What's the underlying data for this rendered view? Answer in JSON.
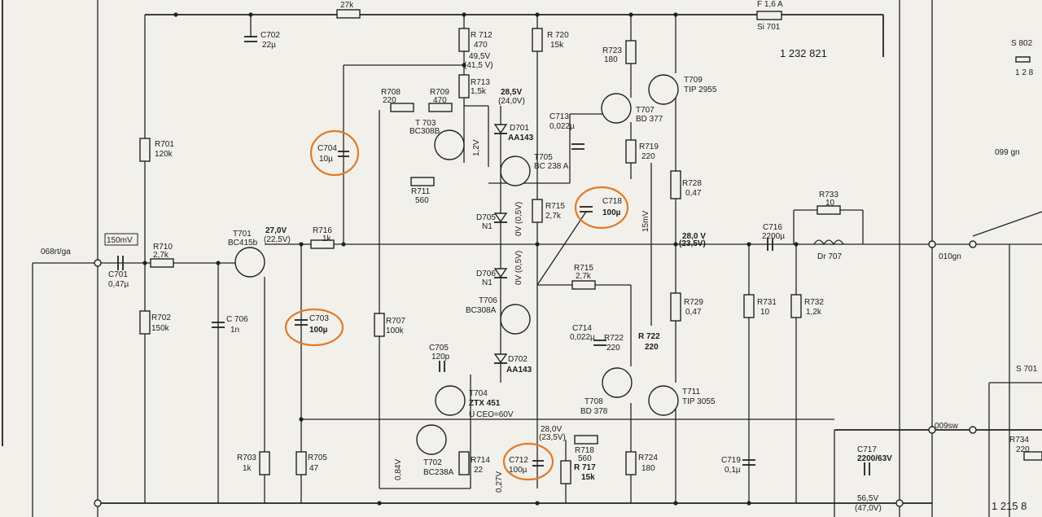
{
  "colors": {
    "paper": "#f2f0ea",
    "ink": "#222222",
    "highlight": "#e07a2a"
  },
  "top_labels": {
    "r7xx_top": "27k",
    "fuse": "F 1,6 A",
    "fuse_id": "Si 701",
    "part_no": "1 232 821",
    "s802": "S 802",
    "s802_pins": "1  2  8"
  },
  "input": {
    "connector": "068rt/ga",
    "level": "150mV"
  },
  "caps": {
    "c701": [
      "C701",
      "0,47µ"
    ],
    "c702": [
      "C702",
      "22µ"
    ],
    "c704": [
      "C704",
      "10µ"
    ],
    "c706": [
      "C 706",
      "1n"
    ],
    "c703": [
      "C703",
      "100µ"
    ],
    "c705": [
      "C705",
      "120p"
    ],
    "c713": [
      "C713",
      "0,022µ"
    ],
    "c718": [
      "C718",
      "100µ"
    ],
    "c714": [
      "C714",
      "0,022µ"
    ],
    "c712": [
      "C712",
      "100µ"
    ],
    "c716": [
      "C716",
      "2200µ"
    ],
    "c719": [
      "C719",
      "0,1µ"
    ],
    "c717": [
      "C717",
      "2200/63V"
    ]
  },
  "resistors": {
    "r701": [
      "R701",
      "120k"
    ],
    "r702": [
      "R702",
      "150k"
    ],
    "r710": [
      "R710",
      "2,7k"
    ],
    "r703": [
      "R703",
      "1k"
    ],
    "r705": [
      "R705",
      "47"
    ],
    "r716": [
      "R716",
      "1k"
    ],
    "r707": [
      "R707",
      "100k"
    ],
    "r708": [
      "R708",
      "220"
    ],
    "r709": [
      "R709",
      "470"
    ],
    "r711": [
      "R711",
      "560"
    ],
    "r712": [
      "R 712",
      "470"
    ],
    "r713": [
      "R713",
      "1,5k"
    ],
    "r714": [
      "R714",
      "22"
    ],
    "r715": [
      "R715",
      "2,7k"
    ],
    "r715b": [
      "R715",
      "2,7k"
    ],
    "r718": [
      "R718",
      "560"
    ],
    "r717": [
      "R 717",
      "15k"
    ],
    "r720": [
      "R 720",
      "15k"
    ],
    "r723": [
      "R723",
      "180"
    ],
    "r719": [
      "R719",
      "220"
    ],
    "r728": [
      "R728",
      "0,47"
    ],
    "r729": [
      "R729",
      "0,47"
    ],
    "r722": [
      "R722",
      "220"
    ],
    "r722b": [
      "R 722",
      "220"
    ],
    "r724": [
      "R724",
      "180"
    ],
    "r731": [
      "R731",
      "10"
    ],
    "r732": [
      "R732",
      "1,2k"
    ],
    "r733": [
      "R733",
      "10"
    ],
    "r734": [
      "R734",
      "220"
    ]
  },
  "transistors": {
    "t701": [
      "T701",
      "BC415b"
    ],
    "t703": [
      "T 703",
      "BC308B"
    ],
    "t705": [
      "T705",
      "BC 238 A"
    ],
    "t706": [
      "T706",
      "BC308A"
    ],
    "t704": [
      "T704",
      "ZTX 451",
      "U CEO=60V"
    ],
    "t702": [
      "T702",
      "BC238A"
    ],
    "t707": [
      "T707",
      "BD 377"
    ],
    "t709": [
      "T709",
      "TIP 2955"
    ],
    "t708": [
      "T708",
      "BD 378"
    ],
    "t711": [
      "T711",
      "TIP 3055"
    ]
  },
  "diodes": {
    "d701": [
      "D701",
      "AA143"
    ],
    "d705": [
      "D705",
      "N1"
    ],
    "d706": [
      "D706",
      "N1"
    ],
    "d702": [
      "D702",
      "AA143"
    ]
  },
  "voltages": {
    "v_t701": [
      "27,0V",
      "(22,5V)"
    ],
    "v_r712": [
      "49,5V",
      "(41,5 V)"
    ],
    "v_d701": [
      "28,5V",
      "(24,0V)"
    ],
    "v_12": "1,2V",
    "v_out": [
      "28,0 V",
      "(23,5V)"
    ],
    "v_c712": [
      "28,0V",
      "(23,5V)"
    ],
    "v_15mv": "15mV",
    "v_05a": "0V (0,5V)",
    "v_05b": "0V (0,5V)",
    "v_084": "0,84V",
    "v_027": "0,27V",
    "v_supply": [
      "56,5V",
      "(47,0V)"
    ]
  },
  "output": {
    "choke": "Dr 707",
    "connector": "010gn",
    "ground_label": "099 gn",
    "sw_label": "009sw"
  },
  "right_side": {
    "s701": "S 701",
    "part_no_bottom": "1 215 8"
  }
}
